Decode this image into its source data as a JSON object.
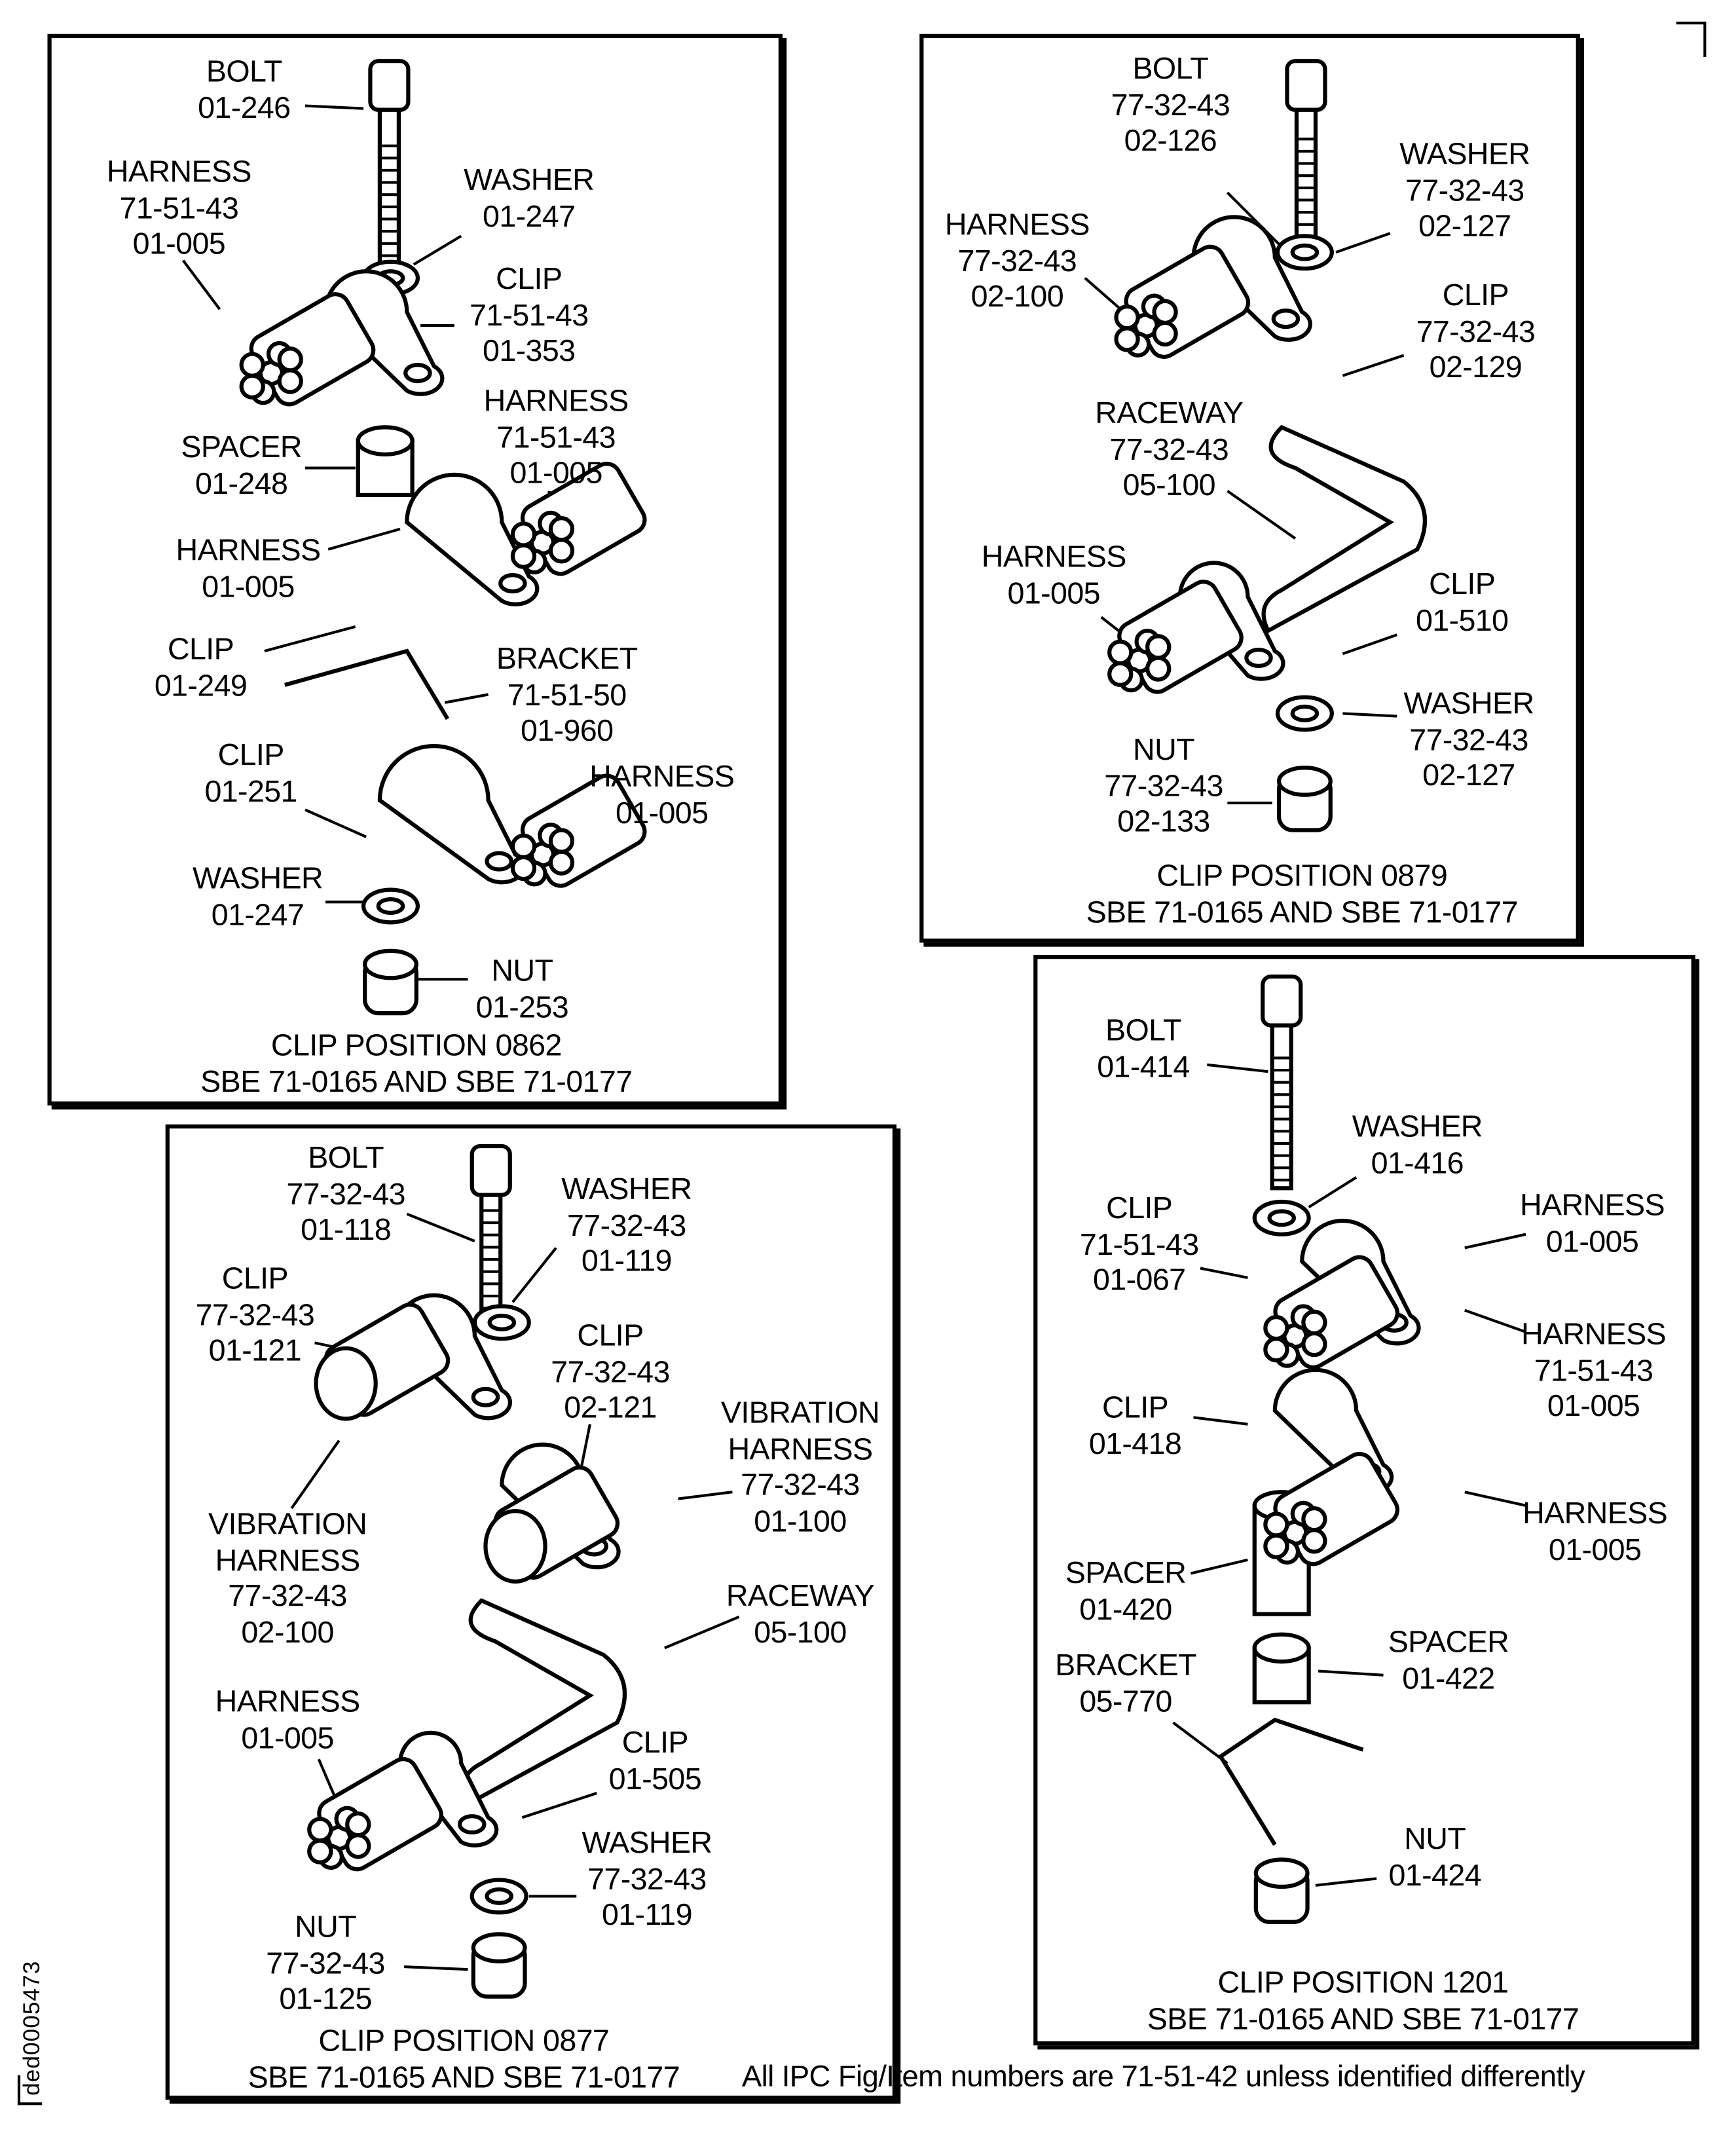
{
  "panels": [
    {
      "title": [
        "CLIP POSITION 0862",
        "SBE 71-0165 AND SBE 71-0177"
      ],
      "labels": [
        {
          "lines": [
            "BOLT",
            "01-246"
          ]
        },
        {
          "lines": [
            "HARNESS",
            "71-51-43",
            "01-005"
          ]
        },
        {
          "lines": [
            "WASHER",
            "01-247"
          ]
        },
        {
          "lines": [
            "CLIP",
            "71-51-43",
            "01-353"
          ]
        },
        {
          "lines": [
            "HARNESS",
            "71-51-43",
            "01-005"
          ]
        },
        {
          "lines": [
            "SPACER",
            "01-248"
          ]
        },
        {
          "lines": [
            "HARNESS",
            "01-005"
          ]
        },
        {
          "lines": [
            "CLIP",
            "01-249"
          ]
        },
        {
          "lines": [
            "BRACKET",
            "71-51-50",
            "01-960"
          ]
        },
        {
          "lines": [
            "CLIP",
            "01-251"
          ]
        },
        {
          "lines": [
            "HARNESS",
            "01-005"
          ]
        },
        {
          "lines": [
            "WASHER",
            "01-247"
          ]
        },
        {
          "lines": [
            "NUT",
            "01-253"
          ]
        }
      ]
    },
    {
      "title": [
        "CLIP POSITION 0879",
        "SBE 71-0165 AND SBE 71-0177"
      ],
      "labels": [
        {
          "lines": [
            "BOLT",
            "77-32-43",
            "02-126"
          ]
        },
        {
          "lines": [
            "WASHER",
            "77-32-43",
            "02-127"
          ]
        },
        {
          "lines": [
            "HARNESS",
            "77-32-43",
            "02-100"
          ]
        },
        {
          "lines": [
            "CLIP",
            "77-32-43",
            "02-129"
          ]
        },
        {
          "lines": [
            "RACEWAY",
            "77-32-43",
            "05-100"
          ]
        },
        {
          "lines": [
            "HARNESS",
            "01-005"
          ]
        },
        {
          "lines": [
            "CLIP",
            "01-510"
          ]
        },
        {
          "lines": [
            "WASHER",
            "77-32-43",
            "02-127"
          ]
        },
        {
          "lines": [
            "NUT",
            "77-32-43",
            "02-133"
          ]
        }
      ]
    },
    {
      "title": [
        "CLIP POSITION 0877",
        "SBE 71-0165 AND SBE 71-0177"
      ],
      "labels": [
        {
          "lines": [
            "BOLT",
            "77-32-43",
            "01-118"
          ]
        },
        {
          "lines": [
            "WASHER",
            "77-32-43",
            "01-119"
          ]
        },
        {
          "lines": [
            "CLIP",
            "77-32-43",
            "01-121"
          ]
        },
        {
          "lines": [
            "CLIP",
            "77-32-43",
            "02-121"
          ]
        },
        {
          "lines": [
            "VIBRATION",
            "HARNESS",
            "77-32-43",
            "01-100"
          ]
        },
        {
          "lines": [
            "VIBRATION",
            "HARNESS",
            "77-32-43",
            "02-100"
          ]
        },
        {
          "lines": [
            "RACEWAY",
            "05-100"
          ]
        },
        {
          "lines": [
            "HARNESS",
            "01-005"
          ]
        },
        {
          "lines": [
            "CLIP",
            "01-505"
          ]
        },
        {
          "lines": [
            "WASHER",
            "77-32-43",
            "01-119"
          ]
        },
        {
          "lines": [
            "NUT",
            "77-32-43",
            "01-125"
          ]
        }
      ]
    },
    {
      "title": [
        "CLIP POSITION 1201",
        "SBE 71-0165 AND SBE 71-0177"
      ],
      "labels": [
        {
          "lines": [
            "BOLT",
            "01-414"
          ]
        },
        {
          "lines": [
            "WASHER",
            "01-416"
          ]
        },
        {
          "lines": [
            "HARNESS",
            "01-005"
          ]
        },
        {
          "lines": [
            "CLIP",
            "71-51-43",
            "01-067"
          ]
        },
        {
          "lines": [
            "HARNESS",
            "71-51-43",
            "01-005"
          ]
        },
        {
          "lines": [
            "CLIP",
            "01-418"
          ]
        },
        {
          "lines": [
            "HARNESS",
            "01-005"
          ]
        },
        {
          "lines": [
            "SPACER",
            "01-420"
          ]
        },
        {
          "lines": [
            "BRACKET",
            "05-770"
          ]
        },
        {
          "lines": [
            "SPACER",
            "01-422"
          ]
        },
        {
          "lines": [
            "NUT",
            "01-424"
          ]
        }
      ]
    }
  ],
  "footnote": "All IPC Fig/Item numbers are 71-51-42 unless identified differently",
  "document_id": "ded0005473"
}
